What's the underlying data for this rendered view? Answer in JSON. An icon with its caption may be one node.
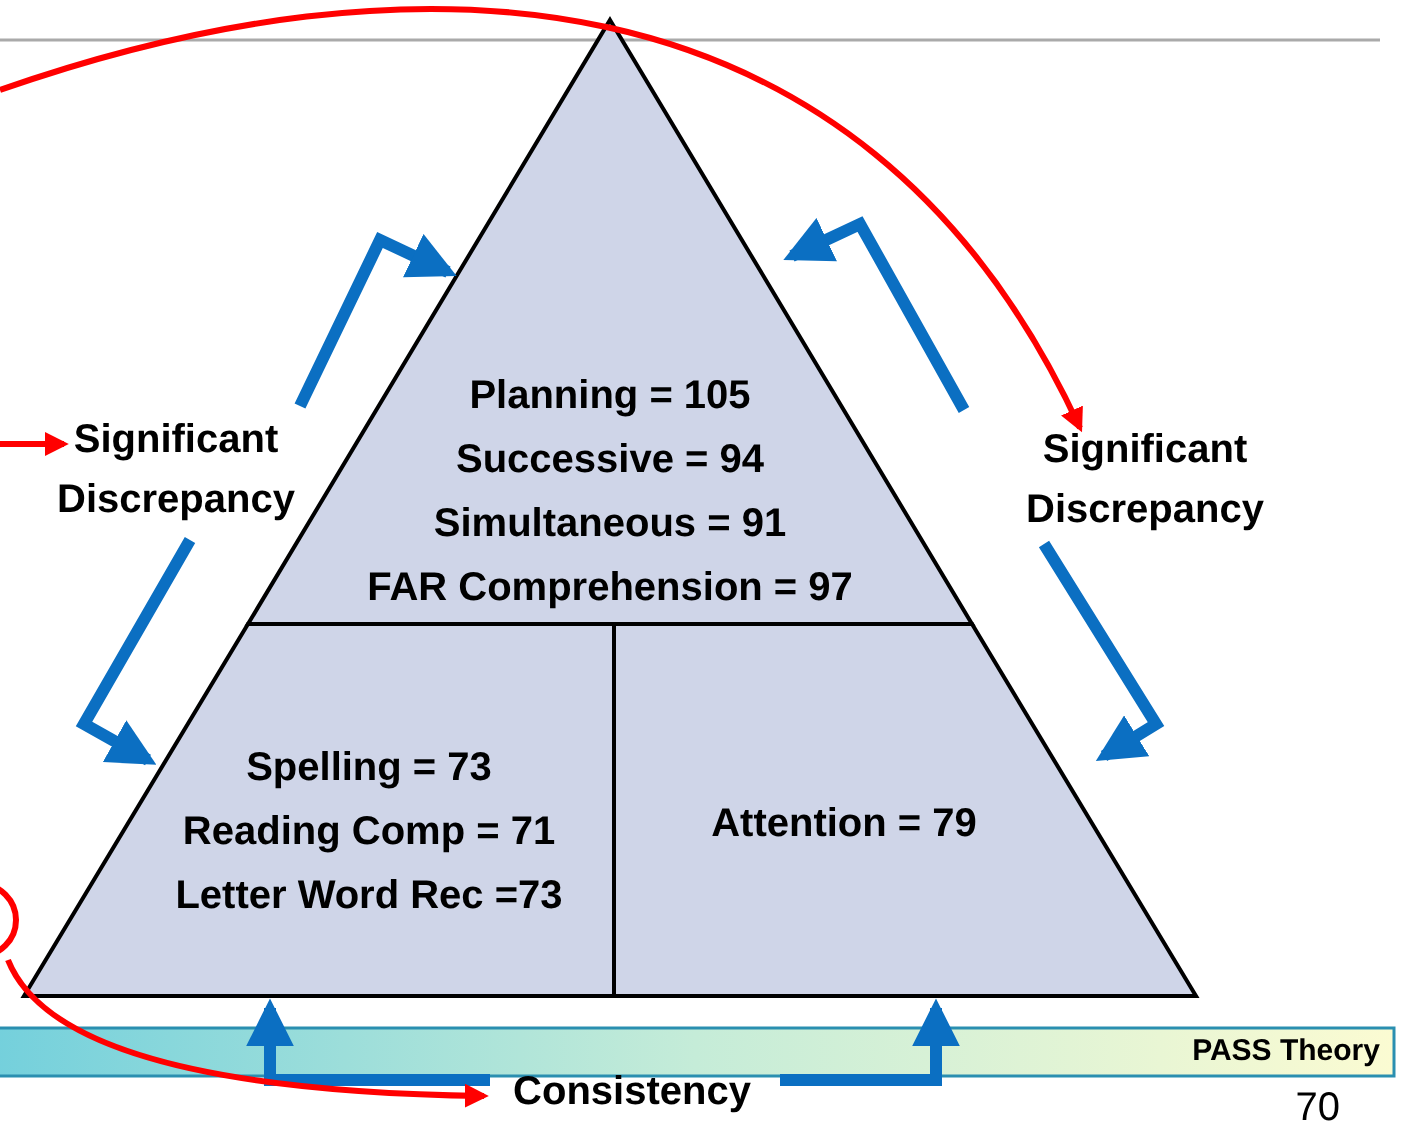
{
  "diagram": {
    "nodes": [
      {
        "text": [
          "Planning = 105",
          "Successive = 94",
          "Simultaneous = 91",
          "FAR Comprehension = 97"
        ]
      },
      {
        "text": [
          "Spelling = 73",
          "Reading Comp = 71",
          "Letter Word Rec =73"
        ]
      },
      {
        "text": [
          "Attention = 79"
        ]
      },
      {
        "text": [
          "Significant Discrepancy"
        ]
      },
      {
        "text": [
          "Significant Discrepancy"
        ]
      },
      {
        "text": [
          "Consistency"
        ]
      },
      {
        "text": [],
        "shape": "circle"
      }
    ],
    "edges": [
      {
        "from": 3,
        "to": 0,
        "arrow": "to"
      },
      {
        "from": 3,
        "to": 1,
        "arrow": "to"
      },
      {
        "from": 4,
        "to": 0,
        "arrow": "to"
      },
      {
        "from": 4,
        "to": 2,
        "arrow": "to"
      },
      {
        "from": 5,
        "to": 1,
        "arrow": "to"
      },
      {
        "from": 5,
        "to": 2,
        "arrow": "to"
      },
      {
        "from": null,
        "to": 3,
        "arrow": "to",
        "color": "#ff0000"
      },
      {
        "from": null,
        "to": 4,
        "arrow": "to",
        "color": "#ff0000"
      },
      {
        "from": 6,
        "to": 5,
        "arrow": "to",
        "color": "#ff0000"
      }
    ],
    "labels": [
      "PASS Theory",
      "70"
    ]
  }
}
